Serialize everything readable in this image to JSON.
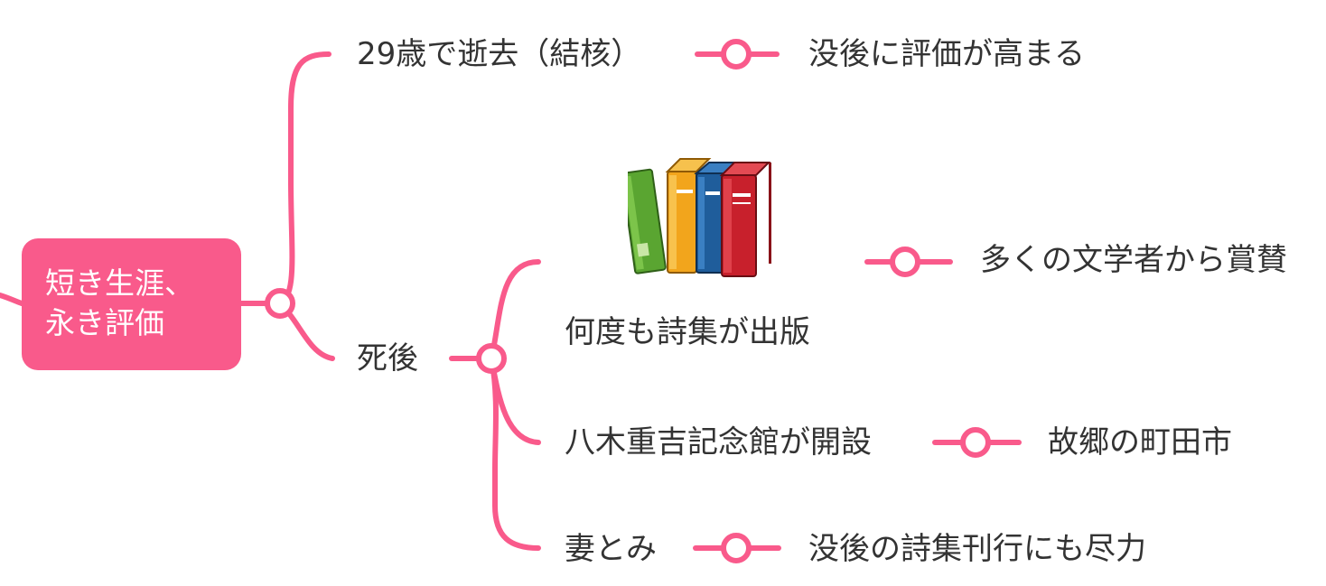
{
  "colors": {
    "accent": "#f95a8b",
    "text": "#333333",
    "root_text": "#ffffff"
  },
  "root": {
    "line1": "短き生涯、",
    "line2": "永き評価"
  },
  "branches": {
    "death": {
      "label": "29歳で逝去（結核）",
      "child": "没後に評価が高まる"
    },
    "posthumous": {
      "label": "死後",
      "children": {
        "publications": {
          "label": "何度も詩集が出版",
          "child": "多くの文学者から賞賛",
          "image": "books-illustration"
        },
        "museum": {
          "label": "八木重吉記念館が開設",
          "child": "故郷の町田市"
        },
        "wife": {
          "label": "妻とみ",
          "child": "没後の詩集刊行にも尽力"
        }
      }
    }
  }
}
